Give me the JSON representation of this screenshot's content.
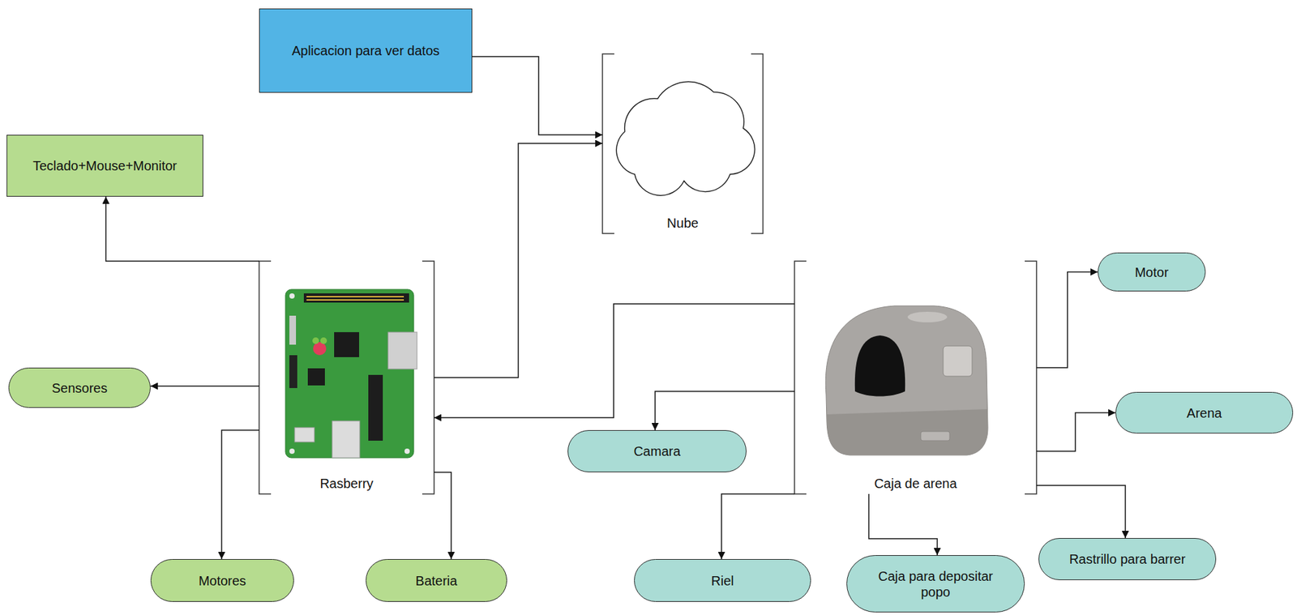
{
  "diagram": {
    "nodes": [
      {
        "text": [
          "Aplicacion para ver datos"
        ]
      },
      {
        "text": [
          "Nube"
        ]
      },
      {
        "text": [
          "Teclado+Mouse+Monitor"
        ]
      },
      {
        "text": [
          "Rasberry"
        ]
      },
      {
        "text": [
          "Caja de arena"
        ]
      },
      {
        "text": [
          "Motor"
        ]
      },
      {
        "text": [
          "Sensores"
        ]
      },
      {
        "text": [
          "Arena"
        ]
      },
      {
        "text": [
          "Camara"
        ]
      },
      {
        "text": [
          "Rastrillo para barrer"
        ]
      },
      {
        "text": [
          "Motores"
        ]
      },
      {
        "text": [
          "Bateria"
        ]
      },
      {
        "text": [
          "Riel"
        ]
      },
      {
        "text": [
          "Caja para depositar popo"
        ]
      }
    ],
    "edges": [
      {
        "from": 0,
        "to": 1,
        "arrow": "to"
      },
      {
        "from": 3,
        "to": 1,
        "arrow": "to"
      },
      {
        "from": 3,
        "to": 2,
        "arrow": "to"
      },
      {
        "from": 3,
        "to": 6,
        "arrow": "to"
      },
      {
        "from": 3,
        "to": 10,
        "arrow": "to"
      },
      {
        "from": 3,
        "to": 11,
        "arrow": "to"
      },
      {
        "from": 4,
        "to": 3,
        "arrow": "to"
      },
      {
        "from": 4,
        "to": 8,
        "arrow": "to"
      },
      {
        "from": 4,
        "to": 12,
        "arrow": "to"
      },
      {
        "from": 4,
        "to": 13,
        "arrow": "to"
      },
      {
        "from": 4,
        "to": 5,
        "arrow": "to"
      },
      {
        "from": 4,
        "to": 7,
        "arrow": "to"
      },
      {
        "from": 4,
        "to": 9,
        "arrow": "to"
      }
    ]
  }
}
